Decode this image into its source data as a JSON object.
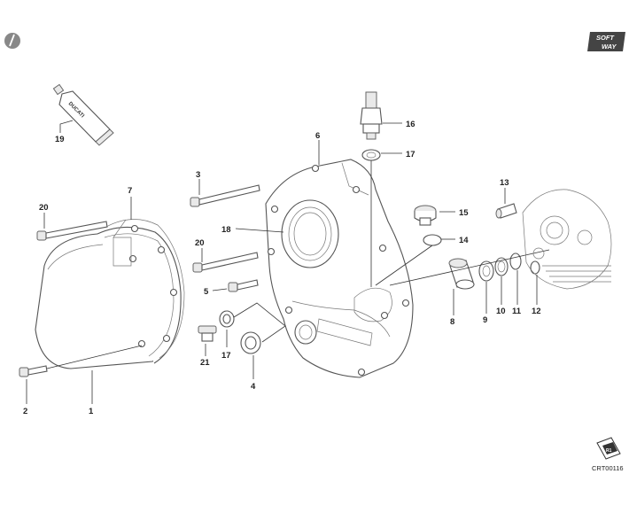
{
  "brand": {
    "logo_line1": "SOFT",
    "logo_line2": "WAY",
    "tube_label": "DUCATI"
  },
  "footer": {
    "drawing_code": "CRT00116",
    "stamp_text": "R1"
  },
  "callouts": [
    {
      "id": "1",
      "text": "1"
    },
    {
      "id": "2",
      "text": "2"
    },
    {
      "id": "4",
      "text": "4"
    },
    {
      "id": "5",
      "text": "5"
    },
    {
      "id": "3",
      "text": "3"
    },
    {
      "id": "6",
      "text": "6"
    },
    {
      "id": "7",
      "text": "7"
    },
    {
      "id": "8",
      "text": "8"
    },
    {
      "id": "9",
      "text": "9"
    },
    {
      "id": "10",
      "text": "10"
    },
    {
      "id": "11",
      "text": "11"
    },
    {
      "id": "12",
      "text": "12"
    },
    {
      "id": "13",
      "text": "13"
    },
    {
      "id": "14",
      "text": "14"
    },
    {
      "id": "15",
      "text": "15"
    },
    {
      "id": "16",
      "text": "16"
    },
    {
      "id": "17a",
      "text": "17"
    },
    {
      "id": "17b",
      "text": "17"
    },
    {
      "id": "18",
      "text": "18"
    },
    {
      "id": "19",
      "text": "19"
    },
    {
      "id": "20a",
      "text": "20"
    },
    {
      "id": "20b",
      "text": "20"
    },
    {
      "id": "21",
      "text": "21"
    }
  ]
}
